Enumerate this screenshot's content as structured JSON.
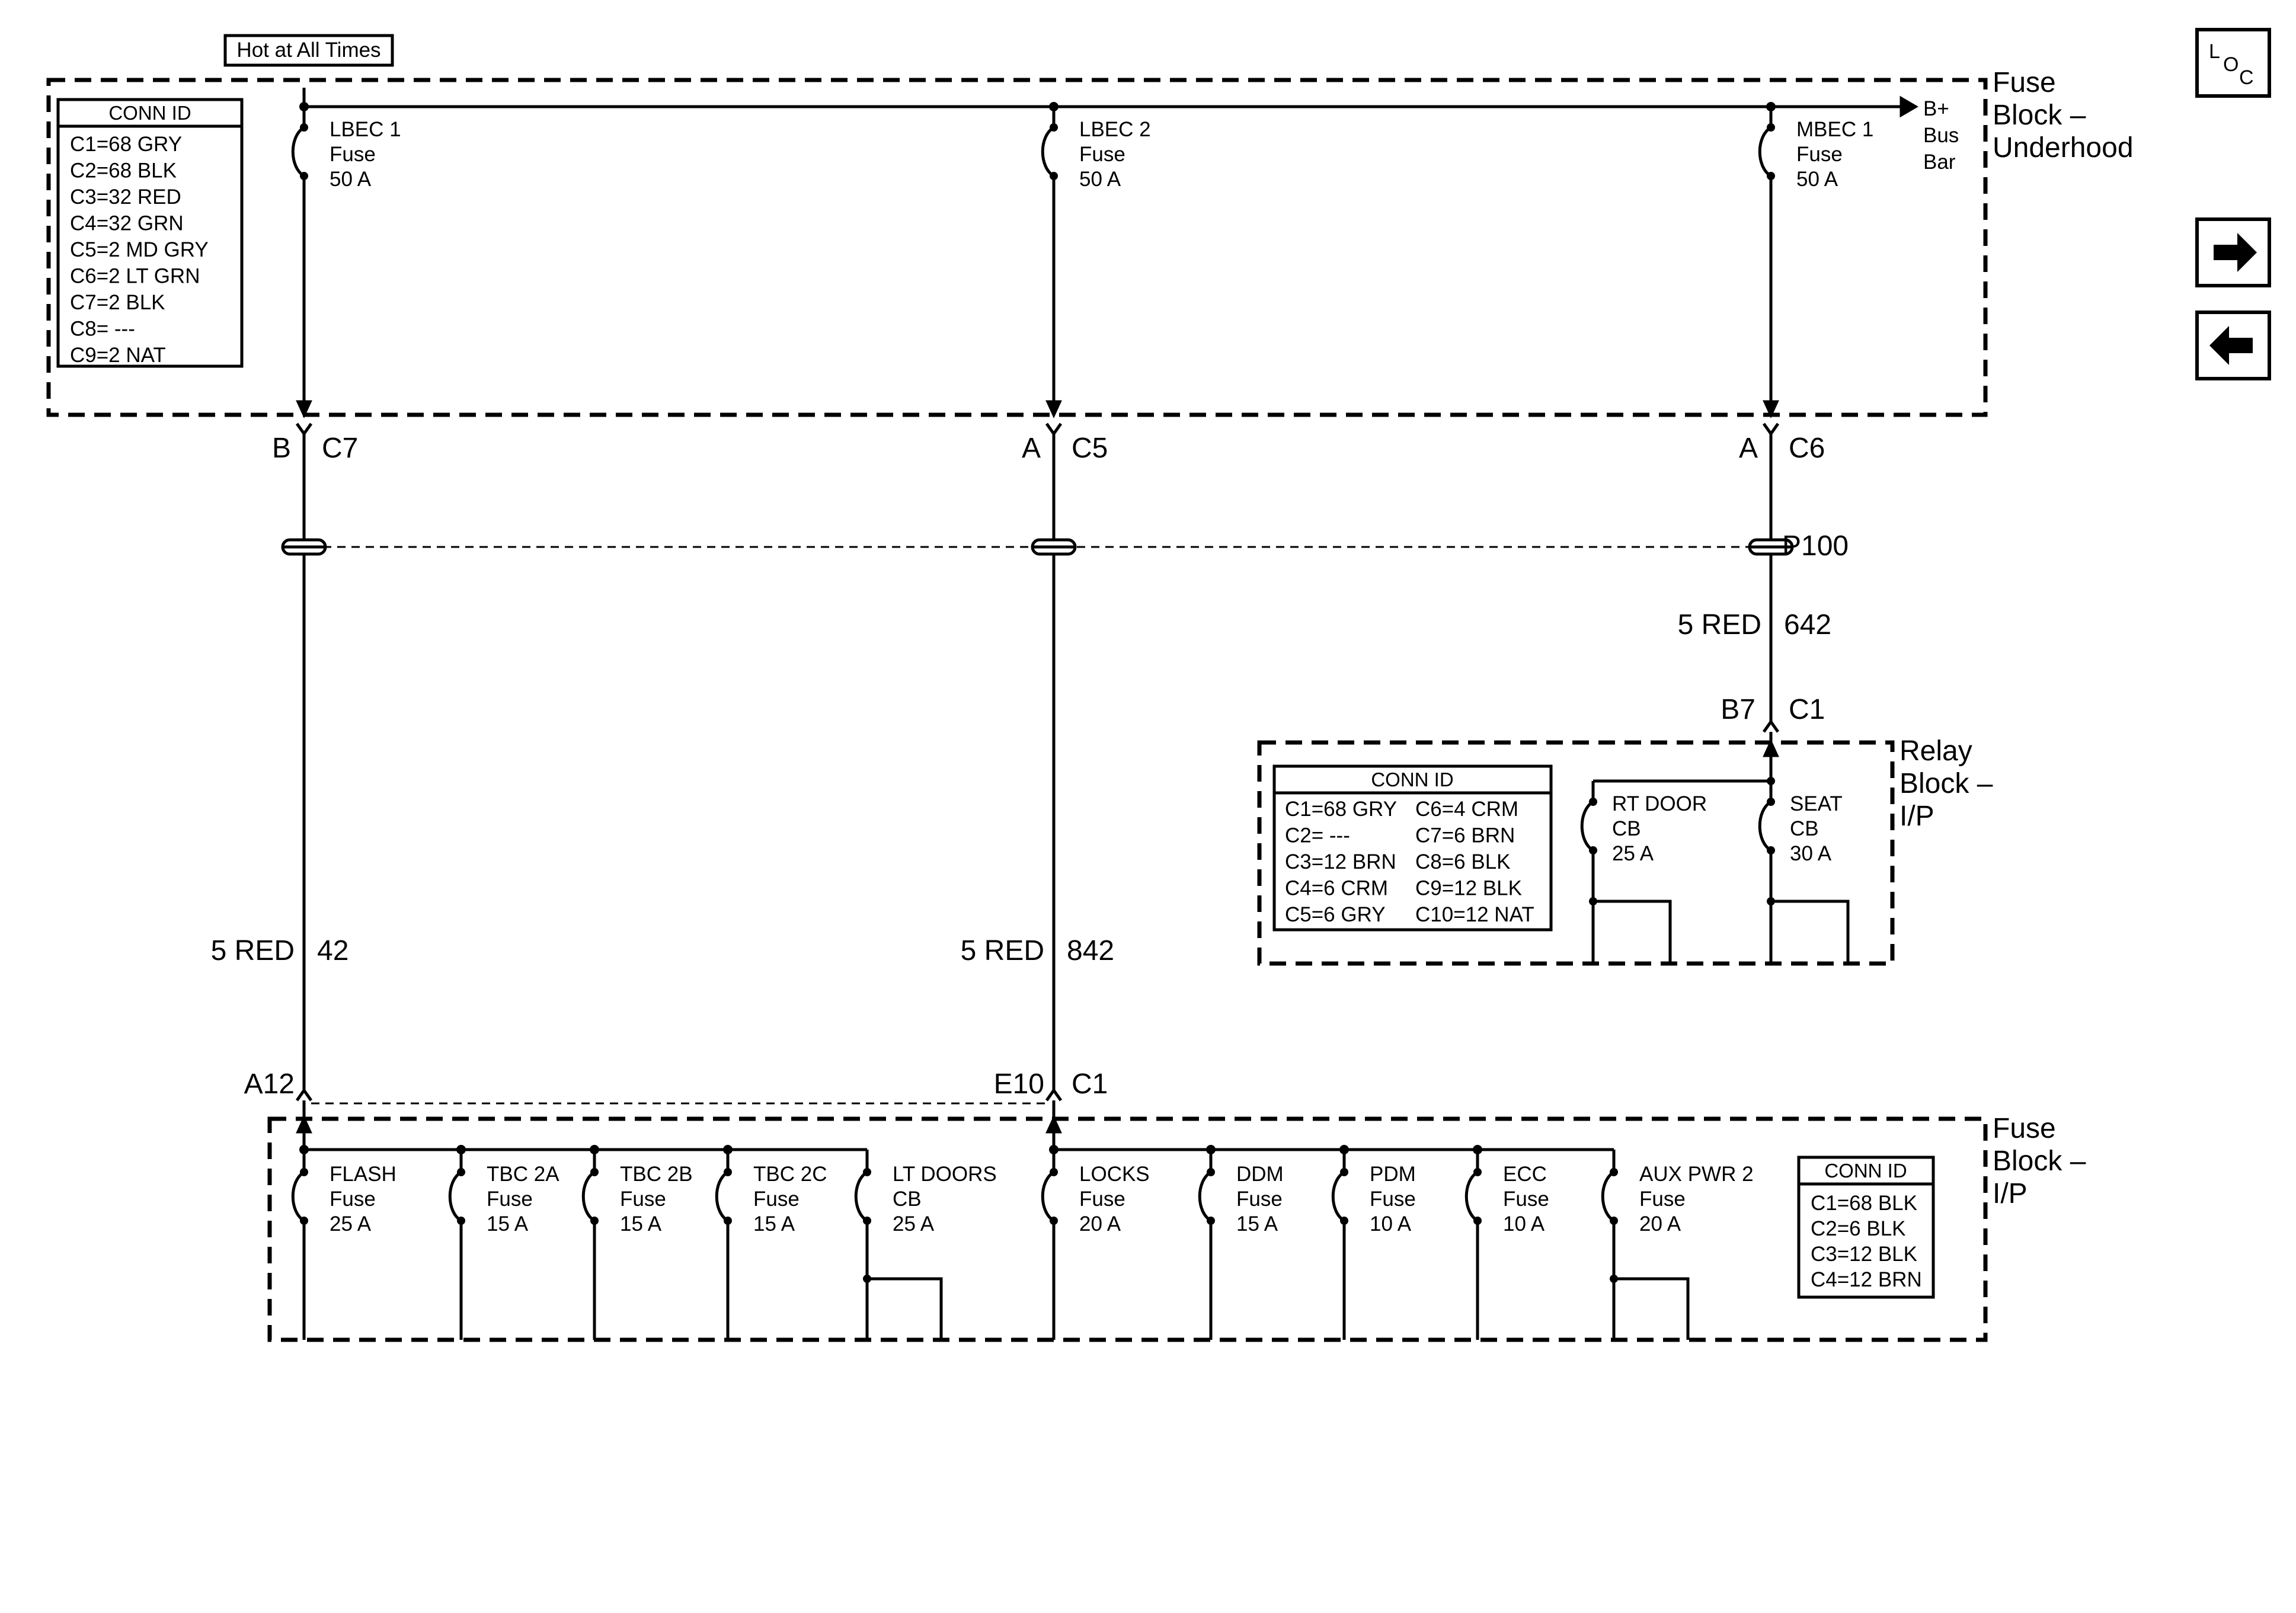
{
  "header": {
    "hot_label": "Hot at All Times"
  },
  "underhood": {
    "title": [
      "Fuse",
      "Block –",
      "Underhood"
    ],
    "conn_title": "CONN ID",
    "conn": [
      "C1=68 GRY",
      "C2=68 BLK",
      "C3=32 RED",
      "C4=32 GRN",
      "C5=2 MD GRY",
      "C6=2 LT GRN",
      "C7=2 BLK",
      "C8= ---",
      "C9=2 NAT"
    ],
    "bus_label": [
      "B+",
      "Bus",
      "Bar"
    ],
    "fuses": [
      {
        "lines": [
          "LBEC 1",
          "Fuse",
          "50 A"
        ],
        "pin": "B",
        "conn": "C7"
      },
      {
        "lines": [
          "LBEC 2",
          "Fuse",
          "50 A"
        ],
        "pin": "A",
        "conn": "C5"
      },
      {
        "lines": [
          "MBEC 1",
          "Fuse",
          "50 A"
        ],
        "pin": "A",
        "conn": "C6"
      }
    ]
  },
  "splice": {
    "label": "P100"
  },
  "wires": [
    {
      "color": "5 RED",
      "circuit": "42"
    },
    {
      "color": "5 RED",
      "circuit": "842"
    },
    {
      "color": "5 RED",
      "circuit": "642"
    }
  ],
  "relay": {
    "title": [
      "Relay",
      "Block –",
      "I/P"
    ],
    "pin": "B7",
    "conn": "C1",
    "conn_title": "CONN ID",
    "conn_left": [
      "C1=68 GRY",
      "C2= ---",
      "C3=12 BRN",
      "C4=6 CRM",
      "C5=6 GRY"
    ],
    "conn_right": [
      "C6=4 CRM",
      "C7=6 BRN",
      "C8=6 BLK",
      "C9=12 BLK",
      "C10=12 NAT"
    ],
    "breakers": [
      {
        "lines": [
          "RT DOOR",
          "CB",
          "25 A"
        ]
      },
      {
        "lines": [
          "SEAT",
          "CB",
          "30 A"
        ]
      }
    ]
  },
  "ip": {
    "title": [
      "Fuse",
      "Block –",
      "I/P"
    ],
    "conn_title": "CONN ID",
    "conn": [
      "C1=68 BLK",
      "C2=6 BLK",
      "C3=12 BLK",
      "C4=12 BRN"
    ],
    "entries": [
      {
        "pin": "A12",
        "conn": ""
      },
      {
        "pin": "E10",
        "conn": "C1"
      }
    ],
    "fuses": [
      {
        "lines": [
          "FLASH",
          "Fuse",
          "25 A"
        ]
      },
      {
        "lines": [
          "TBC 2A",
          "Fuse",
          "15 A"
        ]
      },
      {
        "lines": [
          "TBC 2B",
          "Fuse",
          "15 A"
        ]
      },
      {
        "lines": [
          "TBC 2C",
          "Fuse",
          "15 A"
        ]
      },
      {
        "lines": [
          "LT DOORS",
          "CB",
          "25 A"
        ]
      },
      {
        "lines": [
          "LOCKS",
          "Fuse",
          "20 A"
        ]
      },
      {
        "lines": [
          "DDM",
          "Fuse",
          "15 A"
        ]
      },
      {
        "lines": [
          "PDM",
          "Fuse",
          "10 A"
        ]
      },
      {
        "lines": [
          "ECC",
          "Fuse",
          "10 A"
        ]
      },
      {
        "lines": [
          "AUX PWR 2",
          "Fuse",
          "20 A"
        ]
      }
    ]
  },
  "nav": {
    "loc_l": "L",
    "loc_o": "O",
    "loc_c": "C",
    "next_icon": "right-arrow-icon",
    "prev_icon": "left-arrow-icon"
  }
}
